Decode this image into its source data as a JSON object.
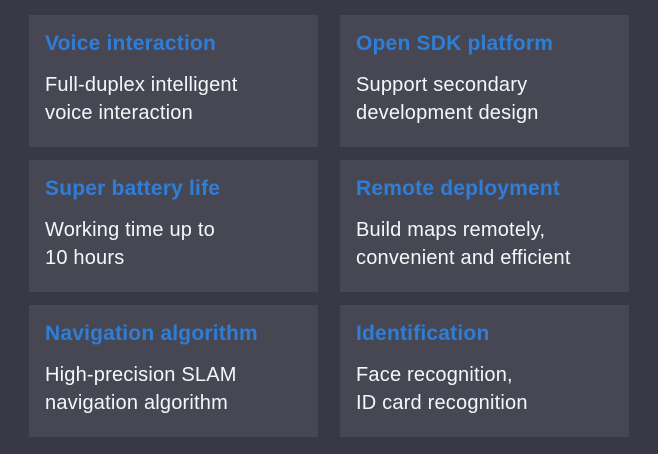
{
  "page": {
    "background_color": "#383846",
    "card_background_color": "#474754",
    "title_color": "#2e7ed8",
    "body_text_color": "#f5f6f8"
  },
  "cards": [
    {
      "title": "Voice interaction",
      "body": "Full-duplex intelligent\nvoice interaction"
    },
    {
      "title": "Open SDK platform",
      "body": "Support secondary\ndevelopment design"
    },
    {
      "title": "Super battery life",
      "body": "Working time up to\n10 hours"
    },
    {
      "title": "Remote deployment",
      "body": "Build maps remotely,\nconvenient and efficient"
    },
    {
      "title": "Navigation algorithm",
      "body": "High-precision SLAM\nnavigation algorithm"
    },
    {
      "title": "Identification",
      "body": "Face recognition,\nID card recognition"
    }
  ]
}
